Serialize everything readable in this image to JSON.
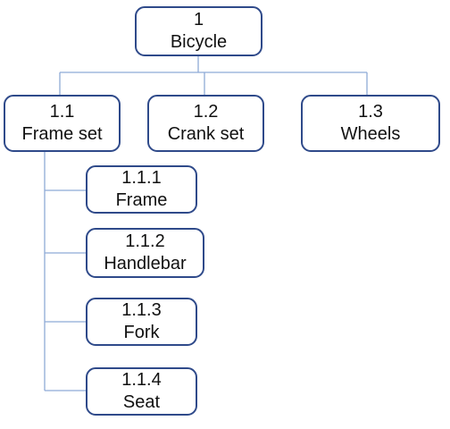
{
  "diagram": {
    "root": {
      "number": "1",
      "label": "Bicycle"
    },
    "children": [
      {
        "number": "1.1",
        "label": "Frame set",
        "children": [
          {
            "number": "1.1.1",
            "label": "Frame"
          },
          {
            "number": "1.1.2",
            "label": "Handlebar"
          },
          {
            "number": "1.1.3",
            "label": "Fork"
          },
          {
            "number": "1.1.4",
            "label": "Seat"
          }
        ]
      },
      {
        "number": "1.2",
        "label": "Crank set"
      },
      {
        "number": "1.3",
        "label": "Wheels"
      }
    ]
  },
  "colors": {
    "box_border": "#2f4a8a",
    "connector": "#8eaad6",
    "text": "#111111",
    "background": "#ffffff"
  }
}
